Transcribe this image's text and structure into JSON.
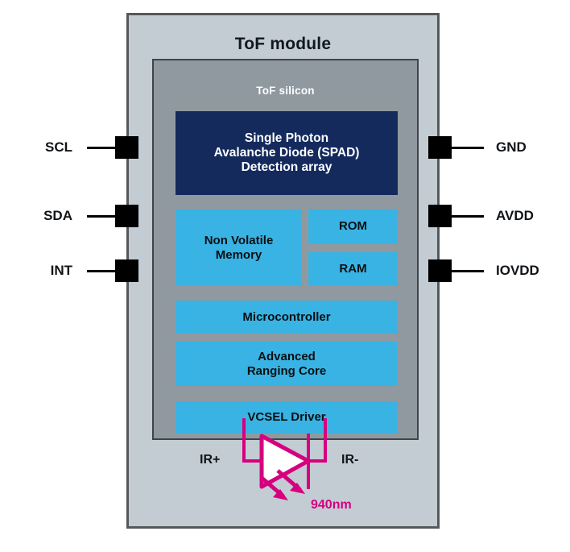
{
  "diagram": {
    "title": "ToF module",
    "silicon_title": "ToF silicon",
    "colors": {
      "module_body": "#c3ccd3",
      "module_border": "#55595c",
      "silicon_body": "#9099a0",
      "silicon_border": "#3f4448",
      "block_cyan": "#38b3e3",
      "block_navy": "#142a5d",
      "pin_black": "#000000",
      "ir_magenta": "#d6007f"
    }
  },
  "blocks": {
    "spad": {
      "name": "spad-detection-array",
      "line1": "Single Photon",
      "line2": "Avalanche Diode (SPAD)",
      "line3": "Detection array"
    },
    "nvm": {
      "name": "non-volatile-memory",
      "line1": "Non Volatile",
      "line2": "Memory"
    },
    "rom": {
      "name": "rom",
      "label": "ROM"
    },
    "ram": {
      "name": "ram",
      "label": "RAM"
    },
    "mcu": {
      "name": "microcontroller",
      "label": "Microcontroller"
    },
    "arc": {
      "name": "advanced-ranging-core",
      "line1": "Advanced",
      "line2": "Ranging Core"
    },
    "vcsel": {
      "name": "vcsel-driver",
      "label": "VCSEL Driver"
    }
  },
  "pins": {
    "left": [
      {
        "label": "SCL"
      },
      {
        "label": "SDA"
      },
      {
        "label": "INT"
      }
    ],
    "right": [
      {
        "label": "GND"
      },
      {
        "label": "AVDD"
      },
      {
        "label": "IOVDD"
      }
    ]
  },
  "ir_emitter": {
    "anode_label": "IR+",
    "cathode_label": "IR-",
    "wavelength": "940nm",
    "symbol": "led-diode-icon"
  }
}
